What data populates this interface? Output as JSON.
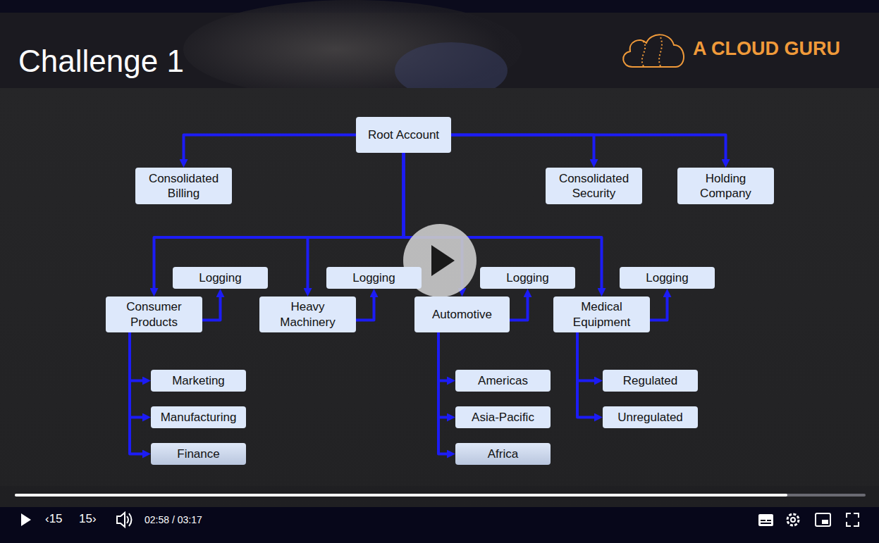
{
  "diagram": {
    "title": "Challenge 1",
    "nodes": [
      {
        "text": [
          "Root Account"
        ]
      },
      {
        "text": [
          "Consolidated Billing"
        ]
      },
      {
        "text": [
          "Consolidated Security"
        ]
      },
      {
        "text": [
          "Holding Company"
        ]
      },
      {
        "text": [
          "Logging"
        ]
      },
      {
        "text": [
          "Logging"
        ]
      },
      {
        "text": [
          "Logging"
        ]
      },
      {
        "text": [
          "Logging"
        ]
      },
      {
        "text": [
          "Consumer Products"
        ]
      },
      {
        "text": [
          "Heavy Machinery"
        ]
      },
      {
        "text": [
          "Automotive"
        ]
      },
      {
        "text": [
          "Medical Equipment"
        ]
      },
      {
        "text": [
          "Marketing"
        ]
      },
      {
        "text": [
          "Americas"
        ]
      },
      {
        "text": [
          "Regulated"
        ]
      },
      {
        "text": [
          "Manufacturing"
        ]
      },
      {
        "text": [
          "Asia-Pacific"
        ]
      },
      {
        "text": [
          "Unregulated"
        ]
      },
      {
        "text": [
          "Finance"
        ]
      },
      {
        "text": [
          "Africa"
        ]
      }
    ],
    "edges": [
      {
        "from": 0,
        "to": 1,
        "arrow": "to"
      },
      {
        "from": 0,
        "to": 2,
        "arrow": "to"
      },
      {
        "from": 0,
        "to": 3,
        "arrow": "to"
      },
      {
        "from": 0,
        "to": 8,
        "arrow": "to"
      },
      {
        "from": 0,
        "to": 9,
        "arrow": "to"
      },
      {
        "from": 0,
        "to": 10,
        "arrow": "to"
      },
      {
        "from": 0,
        "to": 11,
        "arrow": "to"
      },
      {
        "from": 8,
        "to": 4,
        "arrow": "to"
      },
      {
        "from": 9,
        "to": 5,
        "arrow": "to"
      },
      {
        "from": 10,
        "to": 6,
        "arrow": "to"
      },
      {
        "from": 11,
        "to": 7,
        "arrow": "to"
      },
      {
        "from": 8,
        "to": 12,
        "arrow": "to"
      },
      {
        "from": 8,
        "to": 15,
        "arrow": "to"
      },
      {
        "from": 8,
        "to": 18,
        "arrow": "to"
      },
      {
        "from": 10,
        "to": 13,
        "arrow": "to"
      },
      {
        "from": 10,
        "to": 16,
        "arrow": "to"
      },
      {
        "from": 10,
        "to": 19,
        "arrow": "to"
      },
      {
        "from": 11,
        "to": 14,
        "arrow": "to"
      },
      {
        "from": 11,
        "to": 17,
        "arrow": "to"
      }
    ],
    "labels": [
      "A CLOUD GURU",
      "‹15",
      "15›",
      "02:58 / 03:17"
    ]
  }
}
